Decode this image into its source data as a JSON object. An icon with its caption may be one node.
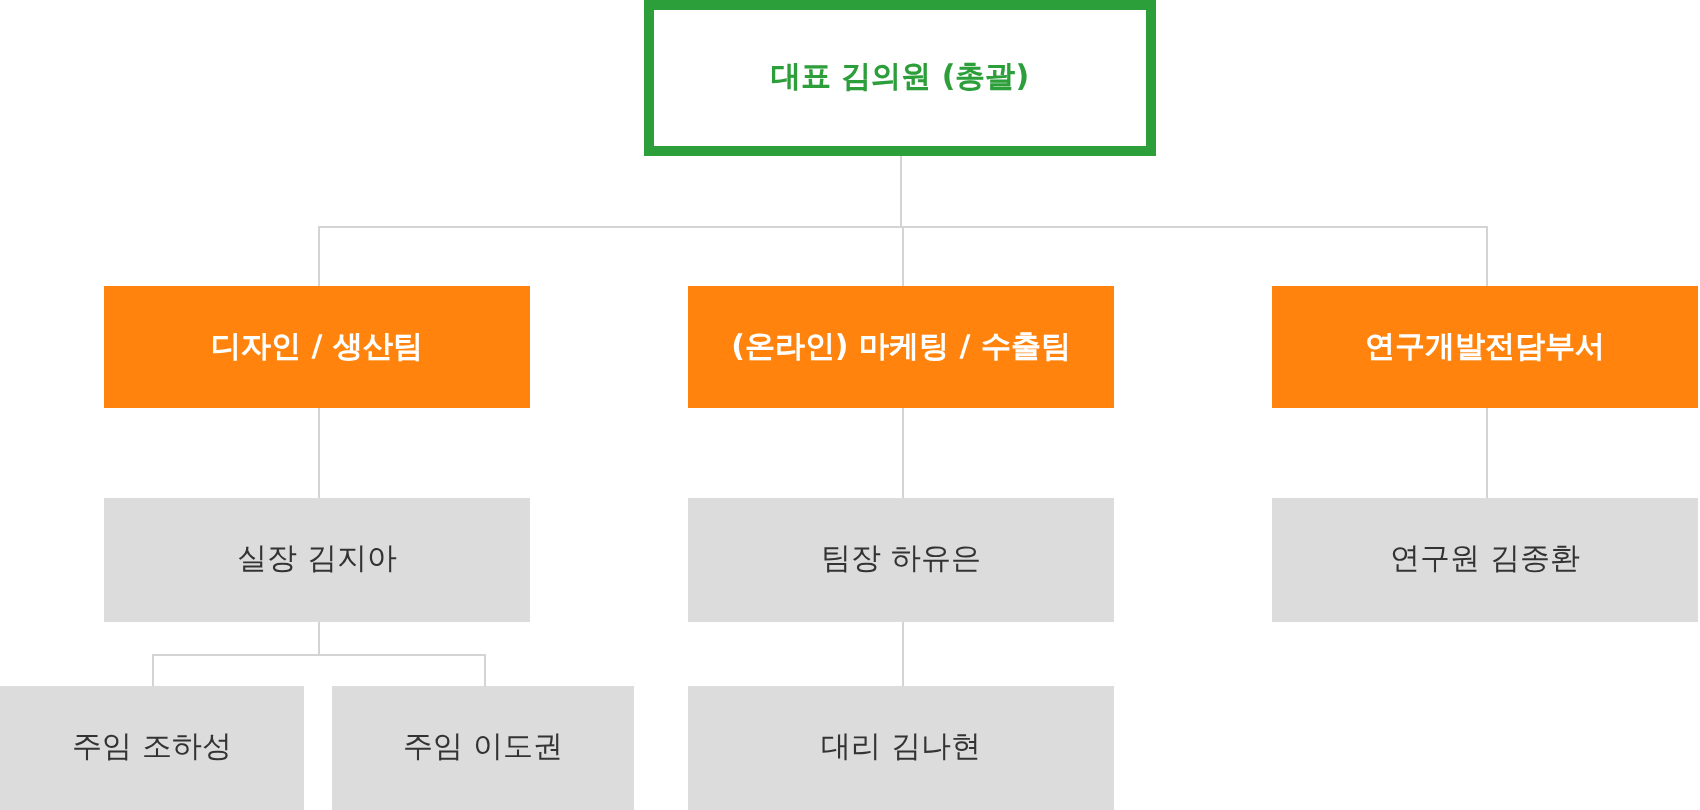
{
  "diagram": {
    "nodes": [
      {
        "text": [
          "대표 김의원 (총괄)"
        ]
      },
      {
        "text": [
          "디자인 / 생산팀"
        ]
      },
      {
        "text": [
          "(온라인) 마케팅 / 수출팀"
        ]
      },
      {
        "text": [
          "연구개발전담부서"
        ]
      },
      {
        "text": [
          "실장 김지아"
        ]
      },
      {
        "text": [
          "팀장 하유은"
        ]
      },
      {
        "text": [
          "연구원 김종환"
        ]
      },
      {
        "text": [
          "주임 조하성"
        ]
      },
      {
        "text": [
          "주임 이도권"
        ]
      },
      {
        "text": [
          "대리 김나현"
        ]
      }
    ],
    "edges": [
      {
        "from": 0,
        "to": 1,
        "arrow": "none"
      },
      {
        "from": 0,
        "to": 2,
        "arrow": "none"
      },
      {
        "from": 0,
        "to": 3,
        "arrow": "none"
      },
      {
        "from": 1,
        "to": 4,
        "arrow": "none"
      },
      {
        "from": 2,
        "to": 5,
        "arrow": "none"
      },
      {
        "from": 3,
        "to": 6,
        "arrow": "none"
      },
      {
        "from": 4,
        "to": 7,
        "arrow": "none"
      },
      {
        "from": 4,
        "to": 8,
        "arrow": "none"
      },
      {
        "from": 5,
        "to": 9,
        "arrow": "none"
      }
    ]
  }
}
